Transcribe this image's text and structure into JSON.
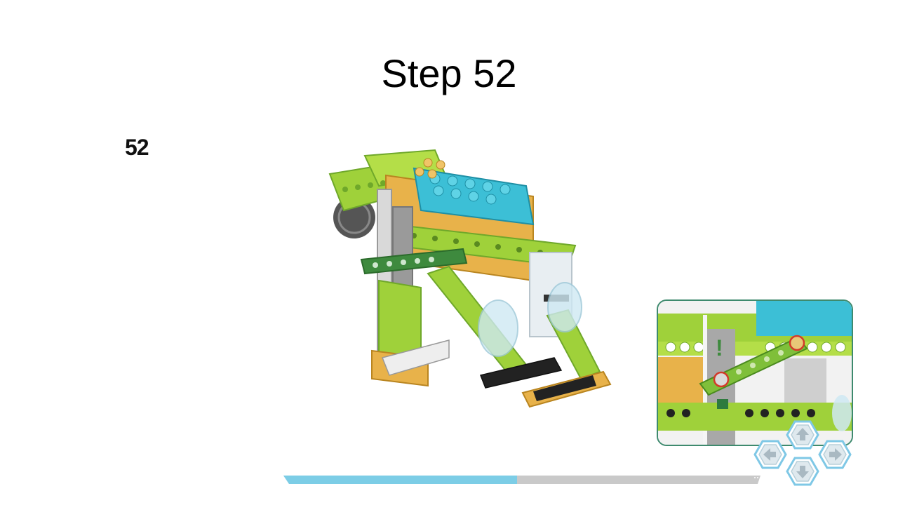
{
  "slide": {
    "title": "Step 52",
    "step_label": "52"
  },
  "progress": {
    "fraction": 0.49,
    "fill_color": "#7ccde6",
    "track_color": "#c9c9c9"
  },
  "nav": {
    "buttons": [
      {
        "name": "prev",
        "icon": "arrow-left-icon"
      },
      {
        "name": "up",
        "icon": "arrow-up-icon"
      },
      {
        "name": "next",
        "icon": "arrow-right-icon"
      },
      {
        "name": "down",
        "icon": "arrow-down-icon"
      }
    ],
    "accent": "#7fc8e6"
  },
  "colors": {
    "lime": "#9fd13a",
    "lime_dark": "#6fa82a",
    "tan": "#e8b24a",
    "azure": "#3cbfd6",
    "grey": "#a5a5a5",
    "dark_green": "#3e8a3e"
  }
}
